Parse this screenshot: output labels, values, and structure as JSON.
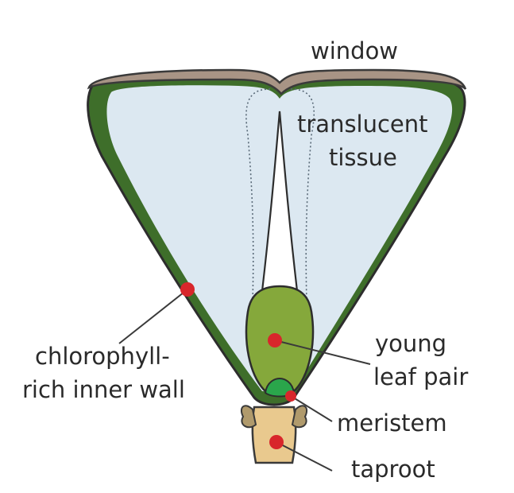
{
  "labels": {
    "window": "window",
    "translucent_1": "translucent",
    "translucent_2": "tissue",
    "chlorophyll_1": "chlorophyll-",
    "chlorophyll_2": "rich inner wall",
    "young_1": "young",
    "young_2": "leaf pair",
    "meristem": "meristem",
    "taproot": "taproot"
  },
  "colors": {
    "window_cap": "#a89485",
    "outline": "#3a3a3a",
    "translucent_tissue": "#dce8f1",
    "chlorophyll_wall": "#3e6e2a",
    "young_leaf": "#85a83b",
    "meristem": "#2aa64b",
    "taproot": "#e9c98e",
    "root_scales": "#b09a6c",
    "marker": "#d8262b"
  }
}
